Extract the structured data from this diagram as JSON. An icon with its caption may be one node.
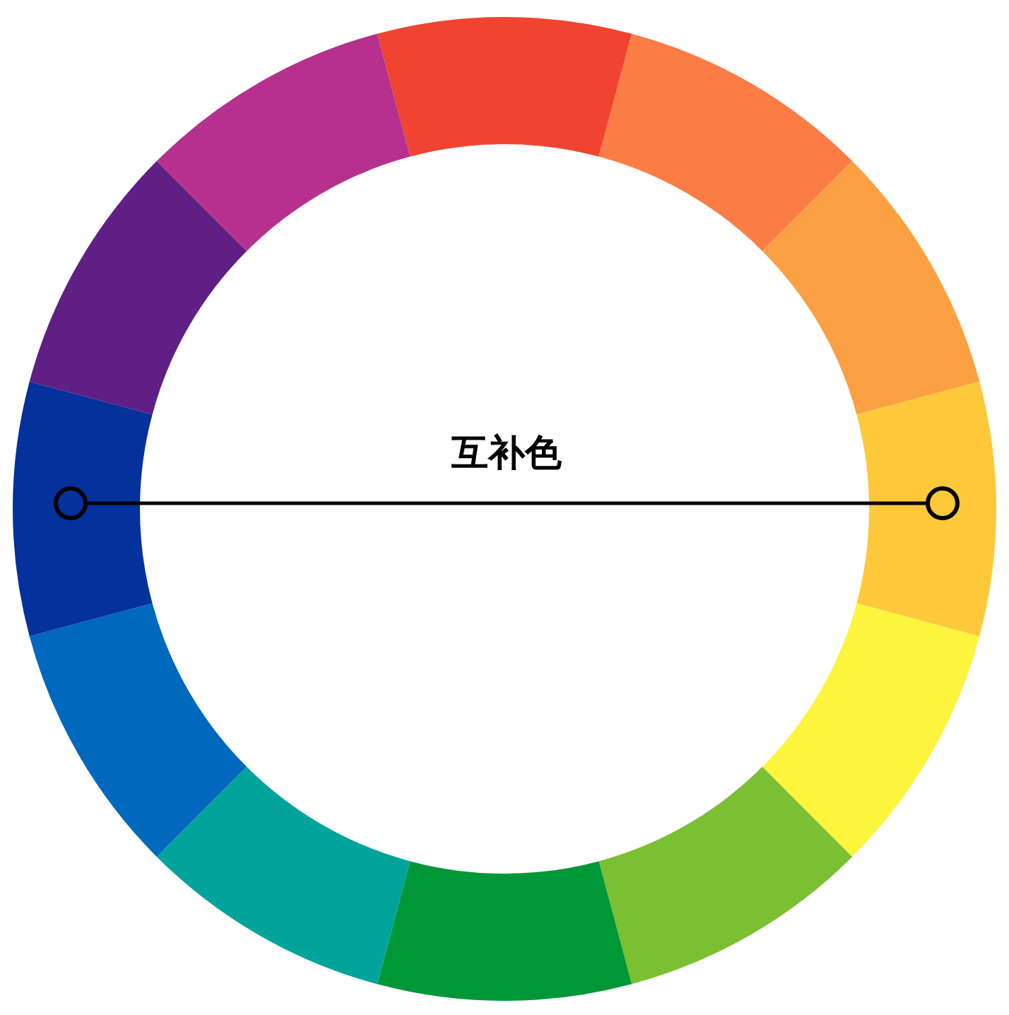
{
  "diagram": {
    "nodes": [
      {
        "text": [],
        "shape": "circle"
      },
      {
        "text": [],
        "shape": "circle"
      }
    ],
    "edges": [
      {
        "from": 0,
        "to": 1,
        "arrow": "none",
        "label": "互补色"
      }
    ]
  }
}
